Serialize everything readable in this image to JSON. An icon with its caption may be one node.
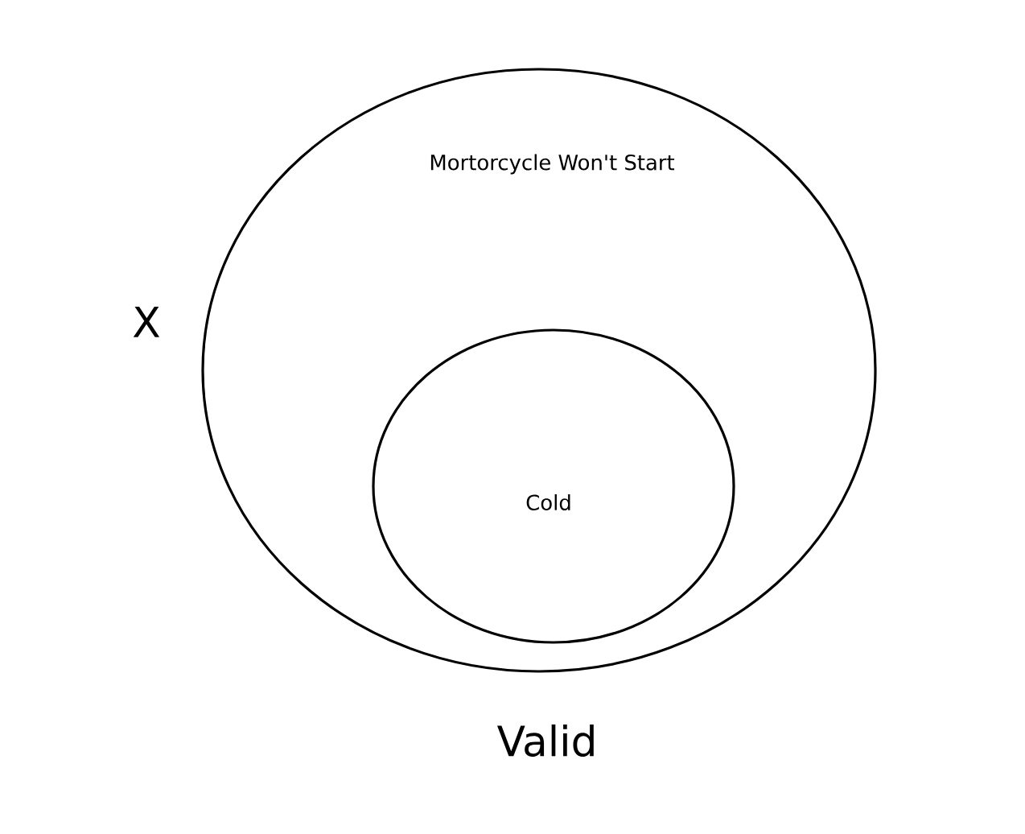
{
  "diagram": {
    "nodes": [
      {
        "text": [
          "Mortorcycle Won't Start"
        ]
      },
      {
        "text": [
          "Cold"
        ],
        "in": 0
      }
    ],
    "labels": [
      "X",
      "Valid"
    ]
  }
}
